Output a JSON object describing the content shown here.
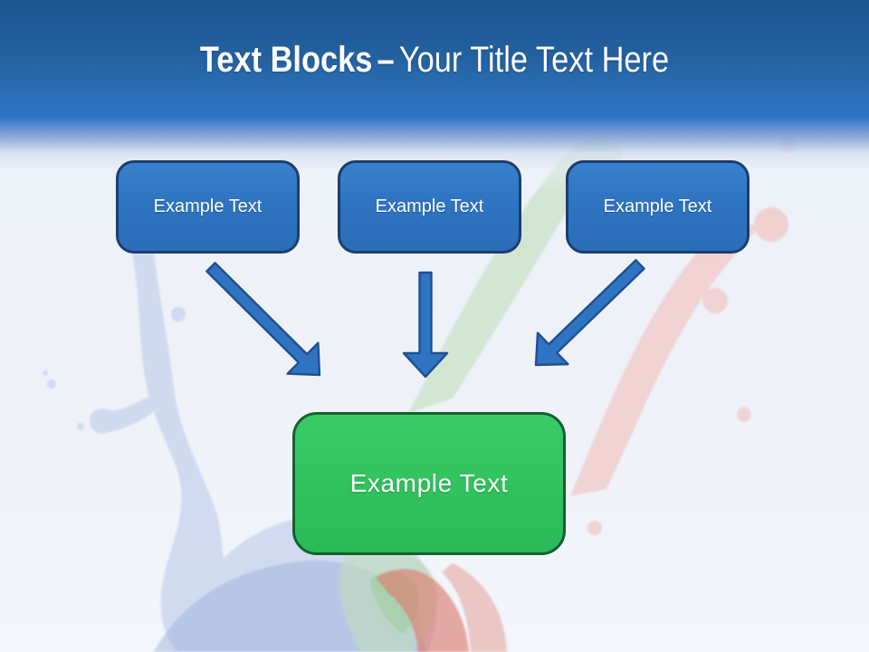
{
  "slide": {
    "title": {
      "bold": "Text Blocks",
      "dash": "–",
      "rest": "Your Title Text Here"
    },
    "boxes": {
      "top": [
        {
          "label": "Example Text"
        },
        {
          "label": "Example Text"
        },
        {
          "label": "Example Text"
        }
      ],
      "bottom": {
        "label": "Example Text"
      }
    },
    "icons": {
      "arrow_left": "arrow-down-right-icon",
      "arrow_middle": "arrow-down-icon",
      "arrow_right": "arrow-down-left-icon"
    },
    "colors": {
      "header_top": "#1d5492",
      "header_mid": "#2e75c6",
      "canvas_bg": "#eef2f8",
      "box_fill": "#2e74c1",
      "box_border": "#1b3e6f",
      "box_text": "#ffffff",
      "arrow_fill": "#2e74c1",
      "arrow_border": "#1e4f94",
      "accent_green_fill": "#31c35e",
      "accent_green_border": "#156030",
      "title_text": "#ffffff"
    }
  }
}
